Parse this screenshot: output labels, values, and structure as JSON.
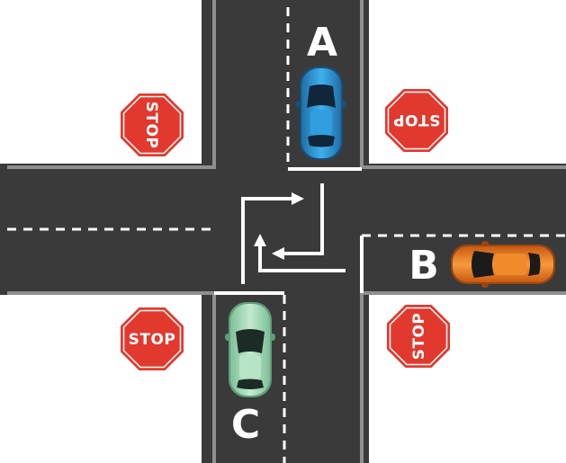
{
  "labels": {
    "a": "A",
    "b": "B",
    "c": "C"
  },
  "signs": {
    "nw": "STOP",
    "ne": "STOP",
    "sw": "STOP",
    "se": "STOP"
  },
  "colors": {
    "road": "#3a3a3a",
    "border": "#8f8f8f",
    "marking": "#ffffff",
    "stop_red": "#e2392e",
    "car_a": "#2a95d6",
    "car_b": "#f07e22",
    "car_c": "#a8d9b9"
  }
}
